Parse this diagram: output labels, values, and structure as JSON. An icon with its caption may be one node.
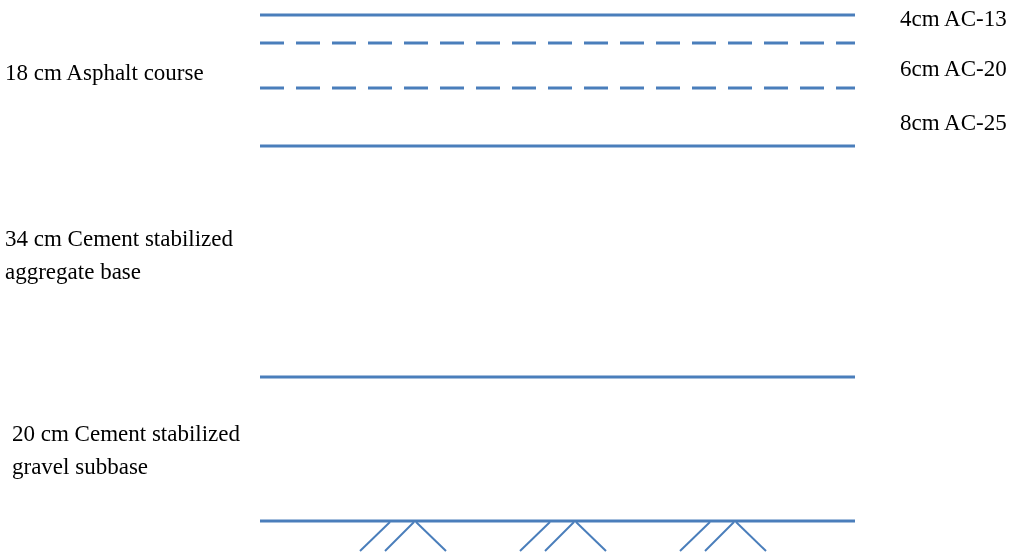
{
  "diagram": {
    "labels": [
      "4cm AC-13",
      "18 cm Asphalt course",
      "6cm AC-20",
      "8cm AC-25",
      "34 cm Cement stabilized aggregate base",
      "20 cm Cement stabilized gravel subbase"
    ]
  }
}
